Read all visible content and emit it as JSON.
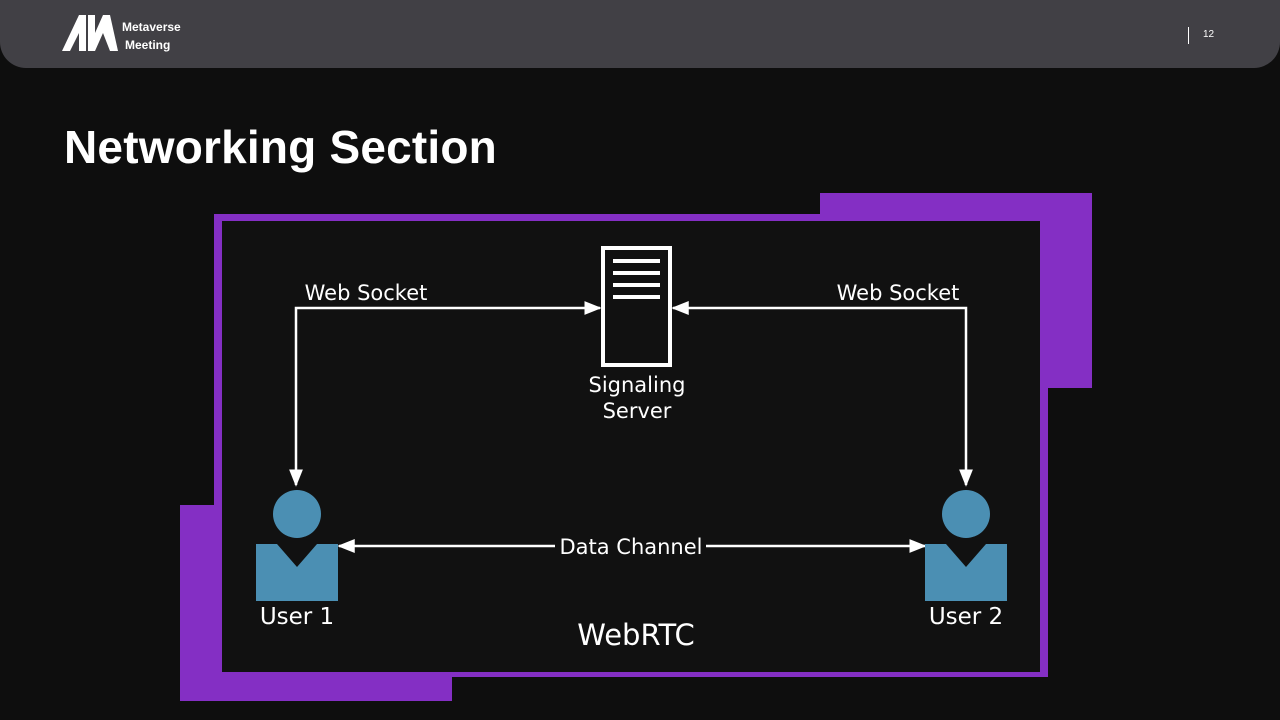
{
  "header": {
    "brand_line1": "Metaverse",
    "brand_line2": "Meeting",
    "page_number": "12"
  },
  "slide": {
    "title": "Networking Section"
  },
  "diagram": {
    "server_label_line1": "Signaling",
    "server_label_line2": "Server",
    "left_link_label": "Web Socket",
    "right_link_label": "Web Socket",
    "peer_link_label": "Data Channel",
    "user1_label": "User 1",
    "user2_label": "User 2",
    "caption": "WebRTC",
    "colors": {
      "accent": "#842fc4",
      "user": "#4b8fb3",
      "line": "#ffffff",
      "background": "#111111"
    },
    "icons": [
      "server-icon",
      "user-icon",
      "user-icon"
    ]
  }
}
